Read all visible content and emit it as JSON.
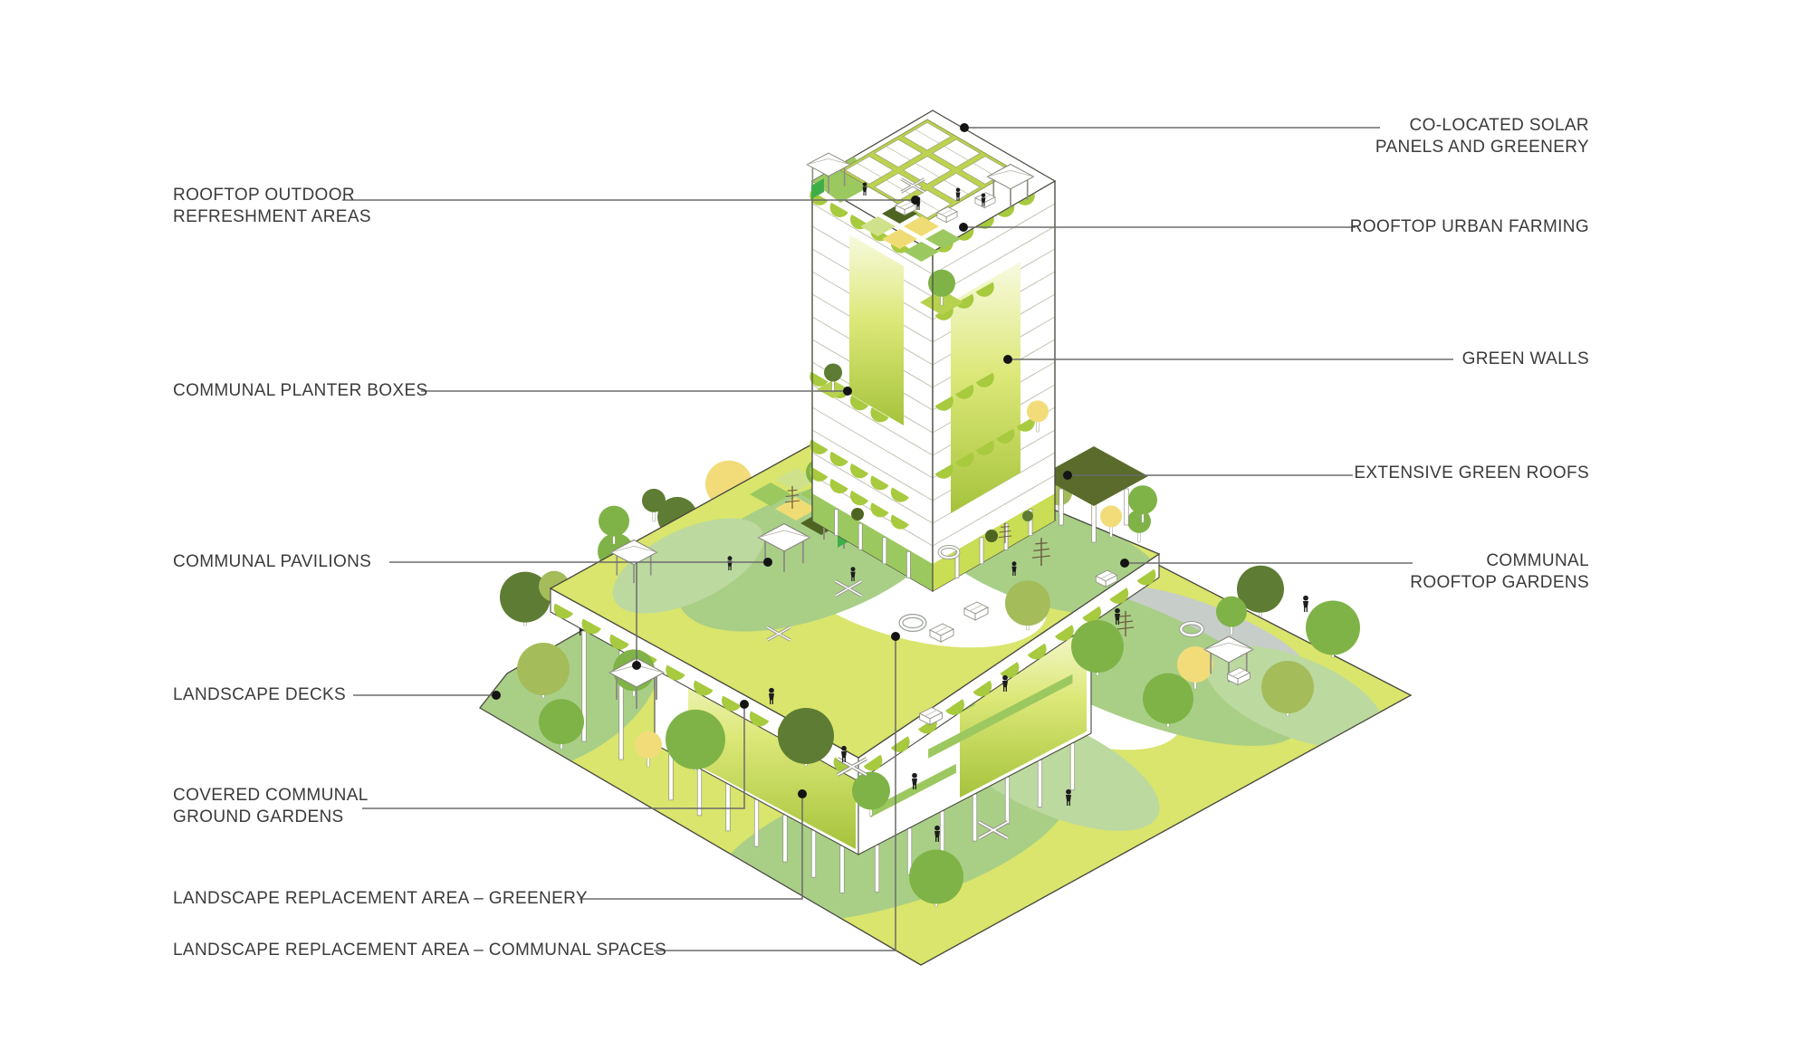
{
  "callouts": {
    "left": [
      {
        "id": "rooftop-outdoor-refreshment-areas",
        "label": "ROOFTOP OUTDOOR\nREFRESHMENT AREAS"
      },
      {
        "id": "communal-planter-boxes",
        "label": "COMMUNAL PLANTER BOXES"
      },
      {
        "id": "communal-pavilions",
        "label": "COMMUNAL PAVILIONS"
      },
      {
        "id": "landscape-decks",
        "label": "LANDSCAPE DECKS"
      },
      {
        "id": "covered-communal-ground-gardens",
        "label": "COVERED COMMUNAL\nGROUND GARDENS"
      },
      {
        "id": "landscape-replacement-area-greenery",
        "label": "LANDSCAPE REPLACEMENT AREA – GREENERY"
      },
      {
        "id": "landscape-replacement-area-communal-spaces",
        "label": "LANDSCAPE REPLACEMENT AREA – COMMUNAL SPACES"
      }
    ],
    "right": [
      {
        "id": "co-located-solar-panels-and-greenery",
        "label": "CO-LOCATED SOLAR\nPANELS AND GREENERY"
      },
      {
        "id": "rooftop-urban-farming",
        "label": "ROOFTOP URBAN FARMING"
      },
      {
        "id": "green-walls",
        "label": "GREEN WALLS"
      },
      {
        "id": "extensive-green-roofs",
        "label": "EXTENSIVE GREEN ROOFS"
      },
      {
        "id": "communal-rooftop-gardens",
        "label": "COMMUNAL\nROOFTOP GARDENS"
      }
    ]
  },
  "palette": {
    "background": "#ffffff",
    "label_text": "#3b3b3b",
    "leader_line": "#6b6b6b",
    "leader_dot": "#141414",
    "site_green": "#d9e56c",
    "garden_green": "#a9cf87",
    "garden_green_light": "#bcd9a0",
    "path_gray": "#c7cdc8",
    "tree_dark": "#5e7c33",
    "tree_mid": "#7fb347",
    "tree_light": "#a4bc5a",
    "tree_yellow": "#f2dc7a",
    "wall_gradient_top": "#f8fadf",
    "wall_gradient_mid": "#dce878",
    "wall_gradient_bottom": "#a6c33c",
    "solar_base": "#bdd24f",
    "plot_dark": "#4e6522",
    "plot_yellow": "#f0dc74",
    "plot_green": "#9cc860",
    "plot_light": "#cfe28b",
    "scallop_green": "#a7ca3e",
    "dark_roof": "#5b6b2c",
    "outline": "#4a4a40",
    "floor_line": "#c2c2b4"
  }
}
